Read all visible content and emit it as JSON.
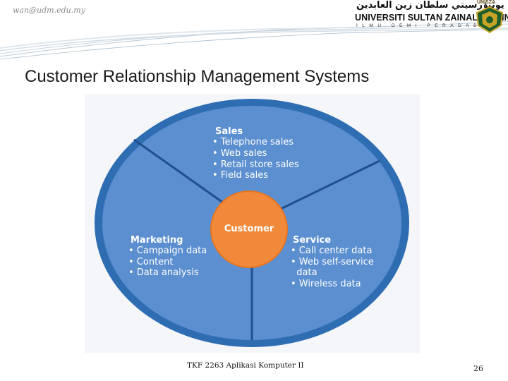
{
  "header": {
    "email": "wan@udm.edu.my",
    "logo": {
      "arabic_name": "يونيۏرسيتي سلطان زين العابدين",
      "name": "UNIVERSITI SULTAN ZAINAL ABIDIN",
      "motto": "ILMU  DEMI  PERADABAN",
      "crest_label": "UNISZA"
    }
  },
  "slide": {
    "title": "Customer Relationship Management Systems"
  },
  "diagram": {
    "center": "Customer",
    "sales": {
      "heading": "Sales",
      "items": [
        "• Telephone sales",
        "• Web sales",
        "• Retail store sales",
        "• Field sales"
      ]
    },
    "marketing": {
      "heading": "Marketing",
      "items": [
        "• Campaign data",
        "• Content",
        "• Data analysis"
      ]
    },
    "service": {
      "heading": "Service",
      "items": [
        "• Call center data",
        "• Web self-service",
        "  data",
        "• Wireless data"
      ]
    },
    "colors": {
      "outer_ring": "#2f6db3",
      "fill": "#5b8fcf",
      "divider": "#1f4f8f",
      "center": "#f08a3a",
      "text": "#ffffff"
    }
  },
  "footer": {
    "course": "TKF 2263  Aplikasi Komputer II",
    "page_number": "26"
  }
}
